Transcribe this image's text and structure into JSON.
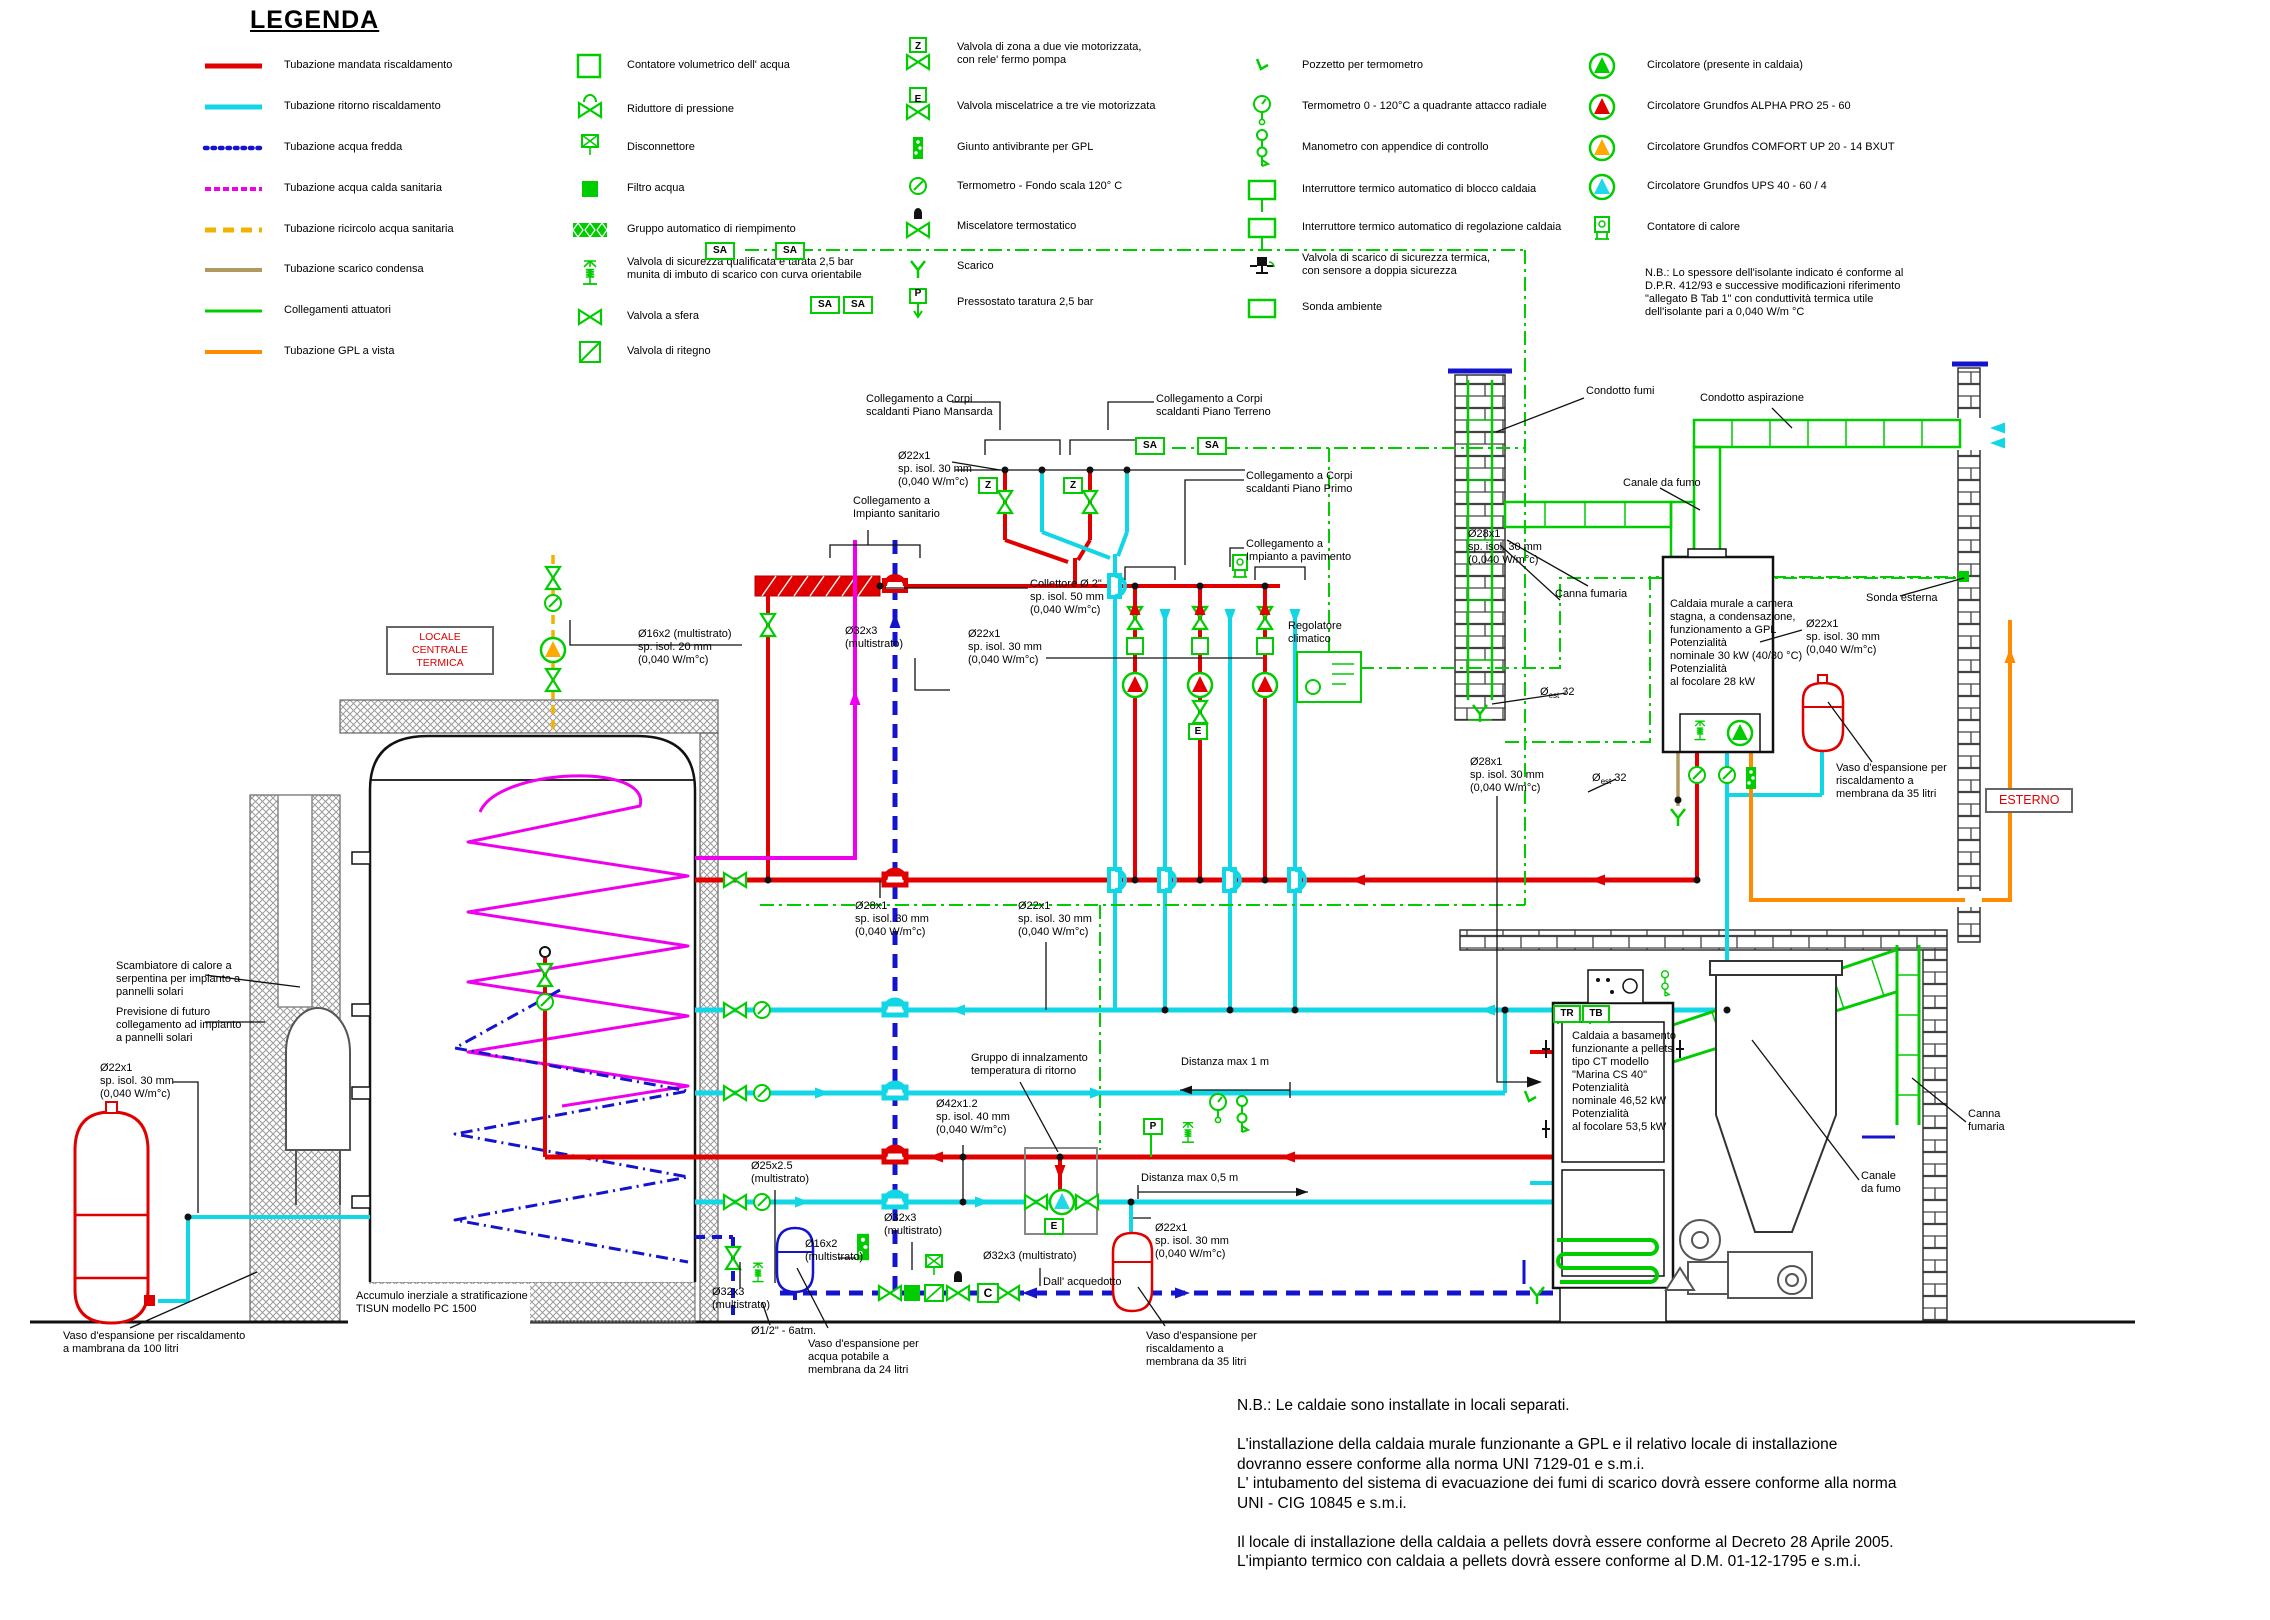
{
  "title": "LEGENDA",
  "colors": {
    "mandata": "#e00000",
    "ritorno": "#10d6e6",
    "fredda": "#1414cc",
    "calda_sanitaria": "#ee00ee",
    "ricircolo": "#f0b400",
    "condensa": "#b09a60",
    "attuatori": "#00cc00",
    "gpl": "#ff8c00",
    "symbol_green": "#00cc00"
  },
  "legend": {
    "columns": [
      {
        "items": [
          {
            "label": "Tubazione mandata riscaldamento"
          },
          {
            "label": "Tubazione ritorno riscaldamento"
          },
          {
            "label": "Tubazione acqua fredda"
          },
          {
            "label": "Tubazione acqua calda sanitaria"
          },
          {
            "label": "Tubazione ricircolo acqua sanitaria"
          },
          {
            "label": "Tubazione scarico condensa"
          },
          {
            "label": "Collegamenti attuatori"
          },
          {
            "label": "Tubazione GPL a vista"
          }
        ]
      },
      {
        "items": [
          {
            "label": "Contatore volumetrico dell' acqua"
          },
          {
            "label": "Riduttore di pressione"
          },
          {
            "label": "Disconnettore"
          },
          {
            "label": "Filtro acqua"
          },
          {
            "label": "Gruppo automatico di riempimento"
          },
          {
            "label": "Valvola di sicurezza qualificata e tarata 2,5 bar\nmunita di imbuto di scarico con curva orientabile"
          },
          {
            "label": "Valvola a sfera"
          },
          {
            "label": "Valvola di ritegno"
          }
        ]
      },
      {
        "items": [
          {
            "label": "Valvola di zona a due vie motorizzata,\ncon rele' fermo pompa"
          },
          {
            "label": "Valvola miscelatrice a tre vie motorizzata"
          },
          {
            "label": "Giunto antivibrante per GPL"
          },
          {
            "label": "Termometro - Fondo scala 120° C"
          },
          {
            "label": "Miscelatore termostatico"
          },
          {
            "label": "Scarico"
          },
          {
            "label": "Pressostato taratura 2,5 bar"
          }
        ]
      },
      {
        "items": [
          {
            "label": "Pozzetto per termometro"
          },
          {
            "label": "Termometro 0 - 120°C a quadrante attacco radiale"
          },
          {
            "label": "Manometro con appendice di controllo"
          },
          {
            "label": "Interruttore termico automatico di blocco caldaia"
          },
          {
            "label": "Interruttore termico automatico di regolazione caldaia"
          },
          {
            "label": "Valvola di scarico di sicurezza termica,\ncon sensore a doppia sicurezza"
          },
          {
            "label": "Sonda ambiente"
          }
        ]
      },
      {
        "items": [
          {
            "label": "Circolatore (presente in caldaia)"
          },
          {
            "label": "Circolatore Grundfos ALPHA PRO 25 - 60"
          },
          {
            "label": "Circolatore Grundfos COMFORT UP 20 - 14 BXUT"
          },
          {
            "label": "Circolatore Grundfos UPS 40 - 60 / 4"
          },
          {
            "label": "Contatore di calore"
          }
        ]
      }
    ],
    "note": "N.B.: Lo spessore dell'isolante indicato é conforme al\nD.P.R. 412/93 e successive modificazioni riferimento\n\"allegato B Tab 1\" con  conduttività termica utile\ndell'isolante pari a 0,040 W/m °C"
  },
  "diagram": {
    "labels": [
      {
        "text": "Collegamento a Corpi\nscaldanti Piano Mansarda"
      },
      {
        "text": "Collegamento a Corpi\nscaldanti Piano Terreno"
      },
      {
        "text": "Ø22x1\nsp. isol. 30 mm\n(0,040 W/m°c)"
      },
      {
        "text": "Collegamento a\nImpianto sanitario"
      },
      {
        "text": "Collegamento a Corpi\nscaldanti Piano Primo"
      },
      {
        "text": "Collegamento a\nImpianto a pavimento"
      },
      {
        "text": "Regolatore\nclimatico"
      },
      {
        "text": "Ø32x3\n(multistrato)"
      },
      {
        "text": "Ø22x1\nsp. isol. 30 mm\n(0,040 W/m°c)"
      },
      {
        "text": "Ø16x2 (multistrato)\nsp. isol. 20 mm\n(0,040 W/m°c)"
      },
      {
        "text": "Collettore Ø 2\"\nsp. isol. 50 mm\n(0,040 W/m°c)"
      },
      {
        "text": "Ø28x1\nsp. isol. 30 mm\n(0,040 W/m°c)"
      },
      {
        "text": "Ø28x1\nsp. isol. 30 mm\n(0,040 W/m°c)"
      },
      {
        "text": "Ø28x1\nsp. isol. 30 mm\n(0,040 W/m°c)"
      },
      {
        "text": "Ø22x1\nsp. isol. 30 mm\n(0,040 W/m°c)"
      },
      {
        "text": "Condotto fumi"
      },
      {
        "text": "Condotto aspirazione"
      },
      {
        "text": "Canale da fumo"
      },
      {
        "text": "Canna fumaria"
      },
      {
        "text": "Sonda esterna"
      },
      {
        "text": "Caldaia murale a camera\nstagna, a condensazione,\nfunzionamento a GPL\nPotenzialità\nnominale  30 kW (40/30 °C)\nPotenzialità\nal focolare 28 kW"
      },
      {
        "text": "Ø22x1\nsp. isol. 30 mm\n(0,040 W/m°c)"
      },
      {
        "text": "Vaso d'espansione per\nriscaldamento a\nmembrana da 35 litri"
      },
      {
        "text": "Scambiatore di calore a\nserpentina per impianto a\npannelli solari"
      },
      {
        "text": "Previsione di futuro\ncollegamento ad impianto\na pannelli solari"
      },
      {
        "text": "Ø22x1\nsp. isol. 30 mm\n(0,040 W/m°c)"
      },
      {
        "text": "Vaso d'espansione per riscaldamento\na mambrana da 100 litri"
      },
      {
        "text": "Accumulo inerziale a stratificazione\nTISUN modello PC 1500"
      },
      {
        "text": "Ø25x2.5\n(multistrato)"
      },
      {
        "text": "Ø16x2\n(multistrato)"
      },
      {
        "text": "Ø32x3\n(multistrato)"
      },
      {
        "text": "Ø32x3 (multistrato)"
      },
      {
        "text": "Ø32x3\n(multistrato)"
      },
      {
        "text": "Ø1/2\" - 6atm."
      },
      {
        "text": "Vaso d'espansione per\nacqua potabile a\nmembrana da 24 litri"
      },
      {
        "text": "Dall' acquedotto"
      },
      {
        "text": "Gruppo di innalzamento\ntemperatura di ritorno"
      },
      {
        "text": "Ø42x1.2\nsp. isol. 40 mm\n(0,040 W/m°c)"
      },
      {
        "text": "Distanza max 1 m"
      },
      {
        "text": "Distanza max 0,5 m"
      },
      {
        "text": "Ø22x1\nsp. isol. 30 mm\n(0,040 W/m°c)"
      },
      {
        "text": "Vaso d'espansione per\nriscaldamento a\nmembrana da 35 litri"
      },
      {
        "text": "Caldaia a basamento\nfunzionante a pellets\ntipo CT modello\n\"Marina CS 40\"\nPotenzialità\nnominale  46,52 kW\nPotenzialità\nal focolare 53,5 kW"
      },
      {
        "text": "Canale\nda fumo"
      },
      {
        "text": "Canna\nfumaria"
      }
    ],
    "badges": [
      {
        "text": "SA"
      },
      {
        "text": "SA"
      },
      {
        "text": "SA"
      },
      {
        "text": "SA"
      },
      {
        "text": "SA"
      },
      {
        "text": "SA"
      },
      {
        "text": "Z"
      },
      {
        "text": "Z"
      },
      {
        "text": "E"
      },
      {
        "text": "E"
      },
      {
        "text": "P"
      },
      {
        "text": "C"
      },
      {
        "text": "TR"
      },
      {
        "text": "TB"
      }
    ],
    "boxed": {
      "locale": "LOCALE CENTRALE\nTERMICA",
      "esterno": "ESTERNO"
    },
    "diam_est": {
      "sym": "Ø",
      "sub": "est",
      "val": " 32"
    }
  },
  "notes": {
    "text": "N.B.: Le caldaie sono installate in locali separati.\n\nL'installazione della caldaia murale funzionante a GPL e il relativo locale di installazione\ndovranno essere conforme alla norma UNI 7129-01 e s.m.i.\nL' intubamento del sistema di evacuazione dei fumi di scarico dovrà essere conforme alla norma\nUNI - CIG 10845 e s.m.i.\n\nIl locale di installazione della caldaia a pellets dovrà essere conforme al Decreto 28 Aprile 2005.\nL'impianto termico con caldaia a pellets dovrà essere conforme al D.M. 01-12-1795 e s.m.i."
  }
}
